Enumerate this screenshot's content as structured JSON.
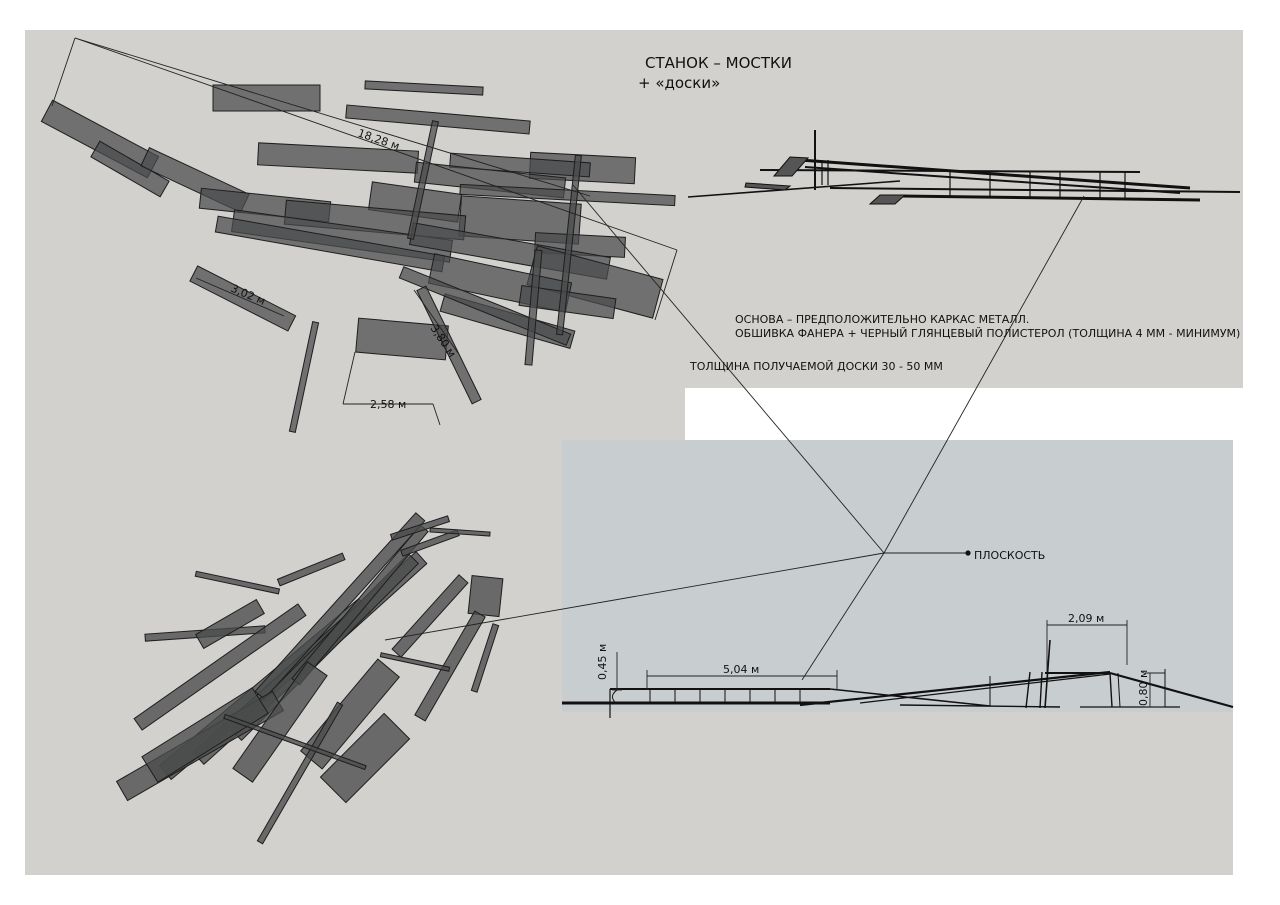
{
  "title": {
    "line1": "СТАНОК – МОСТКИ",
    "line2": "+ «доски»"
  },
  "notes": {
    "basis": "ОСНОВА – ПРЕДПОЛОЖИТЕЛЬНО КАРКАС МЕТАЛЛ.",
    "cladding": "ОБШИВКА ФАНЕРА + ЧЕРНЫЙ ГЛЯНЦЕВЫЙ ПОЛИСТЕРОЛ (ТОЛЩИНА 4 ММ - МИНИМУМ)",
    "thickness": "ТОЛЩИНА ПОЛУЧАЕМОЙ ДОСКИ 30 - 50 ММ"
  },
  "plane_label": "ПЛОСКОСТЬ",
  "dimensions": {
    "plan_length": "18,28 м",
    "plan_board_a": "3,02 м",
    "plan_board_b": "3,80 м",
    "plan_gap": "2,58 м",
    "section_length": "5,04 м",
    "section_top": "2,09 м",
    "section_low_height": "0,45 м",
    "section_high_height": "0,80 м"
  },
  "colors": {
    "panel": "#d2d1cd",
    "blue_panel": "#c9ced1",
    "board": "#4a4b4c",
    "line": "#222222"
  }
}
